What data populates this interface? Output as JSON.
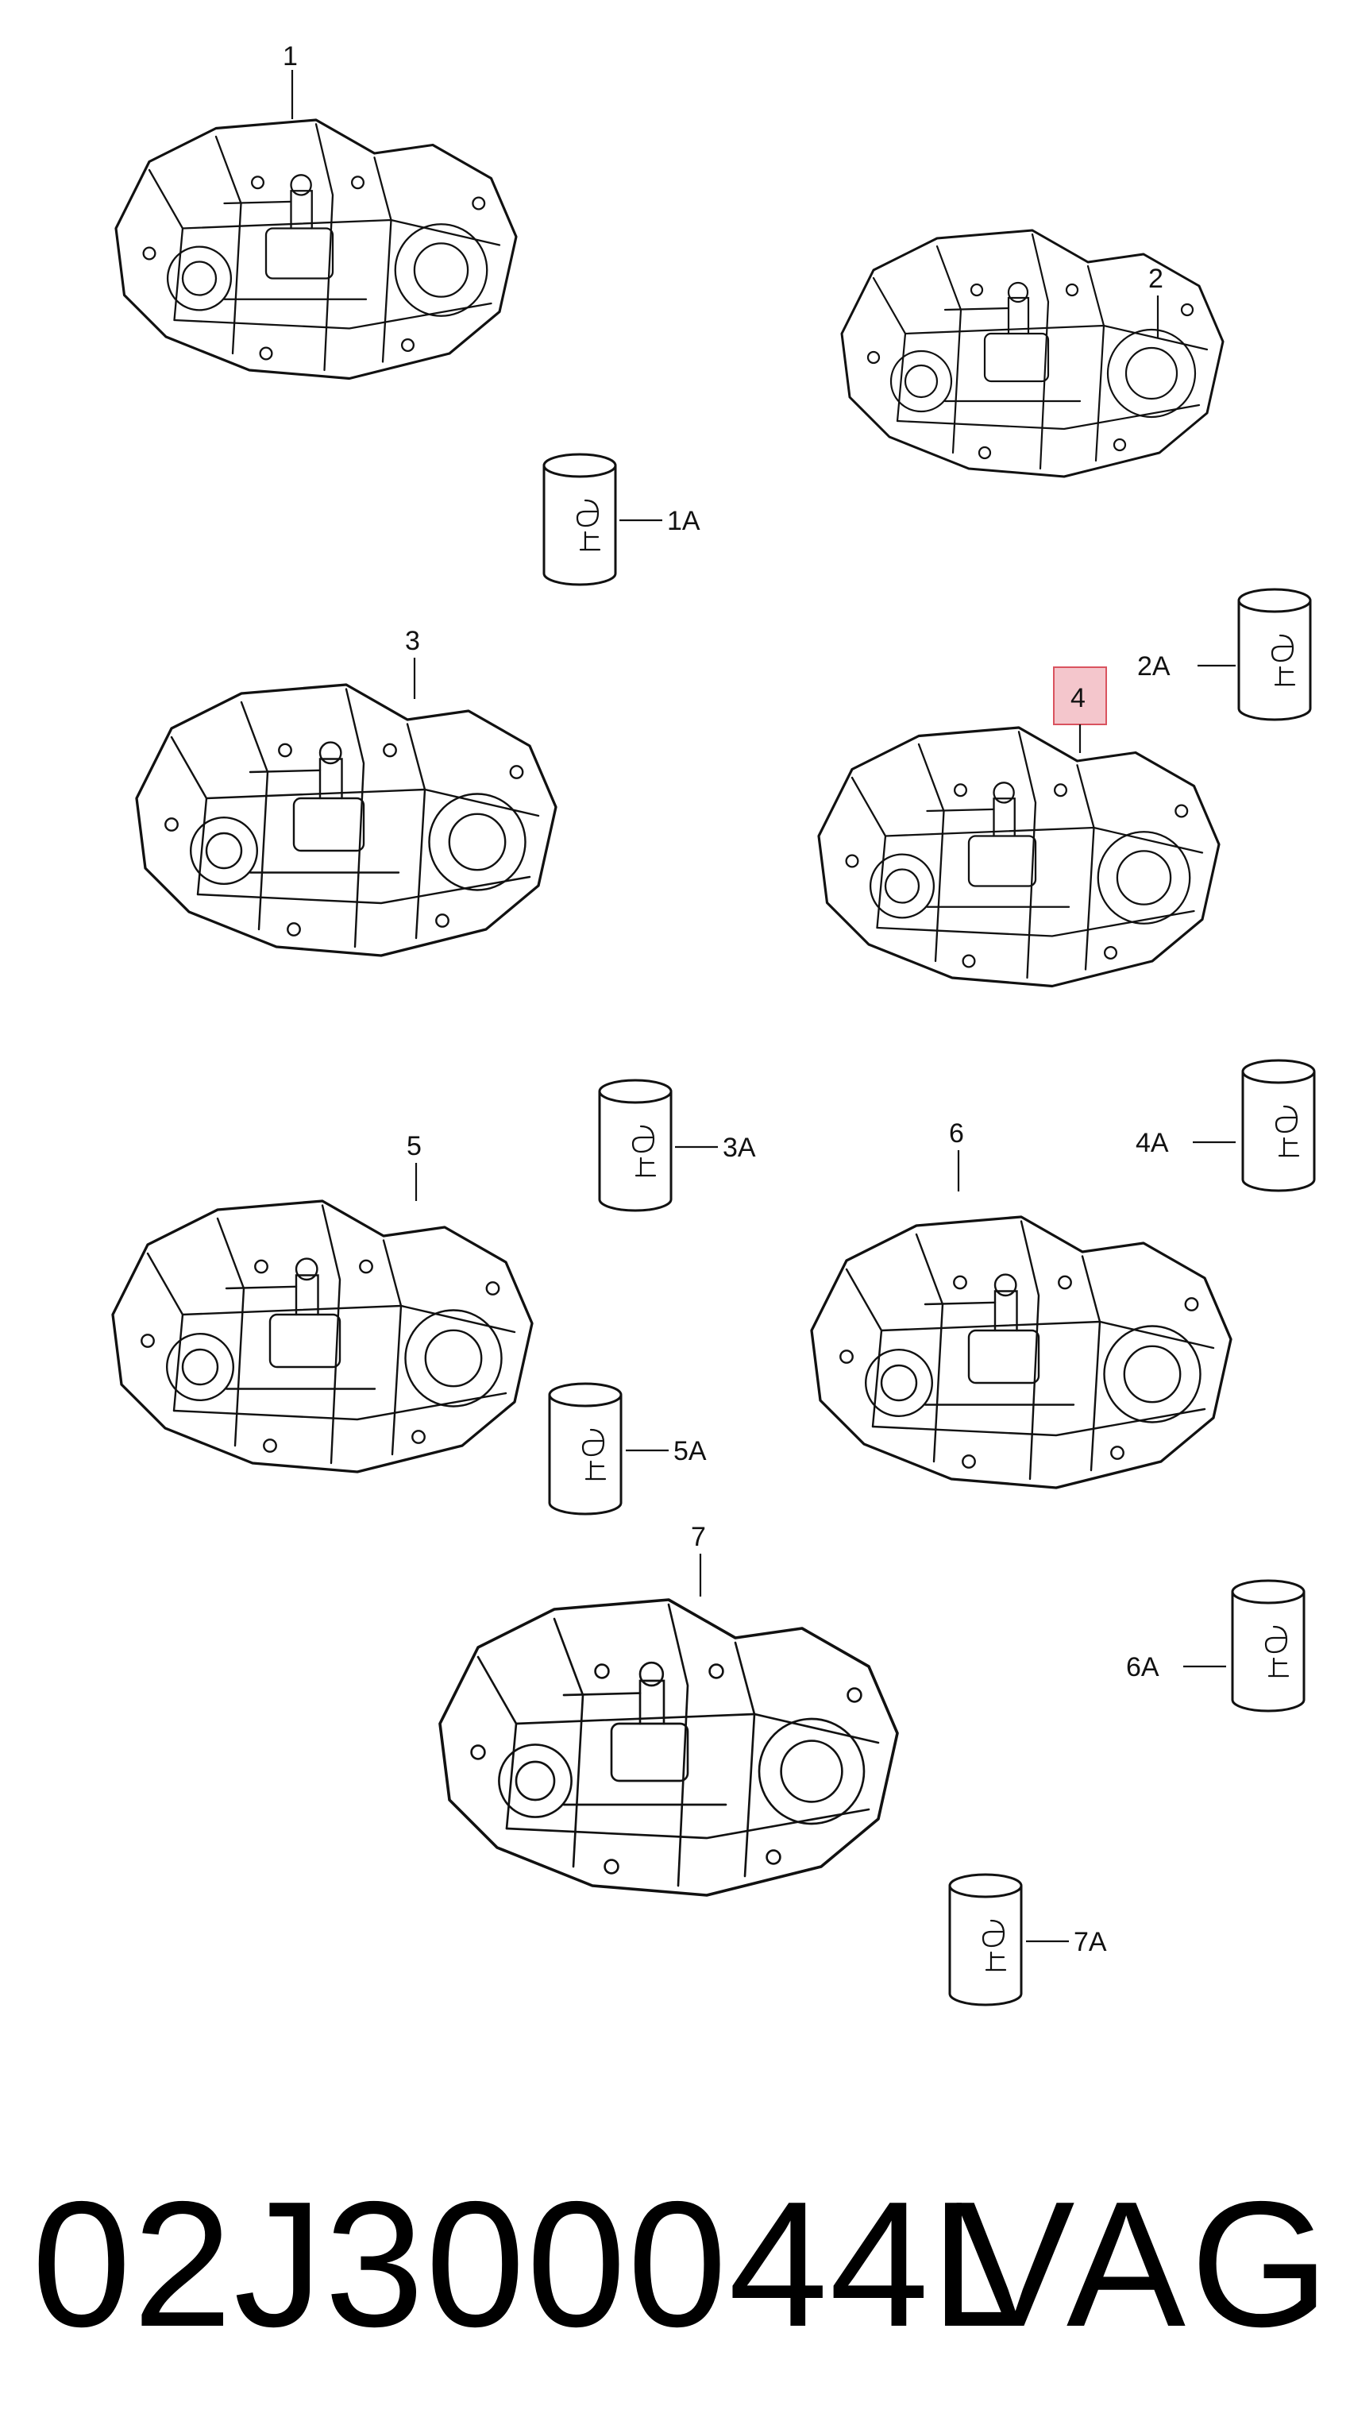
{
  "diagram": {
    "parts": [
      {
        "id": "1",
        "label": "1"
      },
      {
        "id": "2",
        "label": "2"
      },
      {
        "id": "3",
        "label": "3"
      },
      {
        "id": "4",
        "label": "4",
        "highlighted": true
      },
      {
        "id": "5",
        "label": "5"
      },
      {
        "id": "6",
        "label": "6"
      },
      {
        "id": "7",
        "label": "7"
      }
    ],
    "oil_cans": [
      {
        "id": "1A",
        "label": "1A"
      },
      {
        "id": "2A",
        "label": "2A"
      },
      {
        "id": "3A",
        "label": "3A"
      },
      {
        "id": "4A",
        "label": "4A"
      },
      {
        "id": "5A",
        "label": "5A"
      },
      {
        "id": "6A",
        "label": "6A"
      },
      {
        "id": "7A",
        "label": "7A"
      }
    ],
    "highlight_color": "#f4c6cc",
    "highlight_border": "#d9535f"
  },
  "footer": {
    "part_number": "02J300044L",
    "brand": "VAG"
  }
}
